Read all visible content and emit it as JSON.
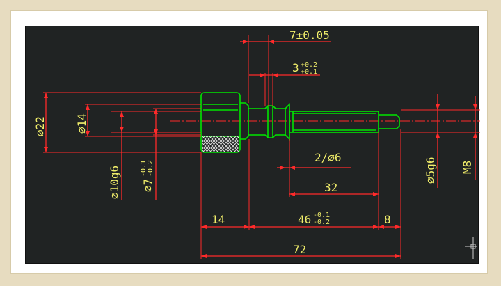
{
  "drawing": {
    "dimensions": {
      "top_tol": "7±0.05",
      "slot_base": "3",
      "slot_tol_plus": "+0.2",
      "slot_tol_minus": "+0.1",
      "d22": "⌀22",
      "d14": "⌀14",
      "d10": "⌀10g6",
      "d7_base": "⌀7",
      "d7_tol_plus": "-0.1",
      "d7_tol_minus": "-0.2",
      "chamfer": "2/⌀6",
      "len32": "32",
      "d5": "⌀5g6",
      "m8": "M8",
      "len14": "14",
      "len46_base": "46",
      "len46_tol_plus": "-0.1",
      "len46_tol_minus": "-0.2",
      "len8": "8",
      "len72": "72"
    }
  },
  "colors": {
    "background": "#202323",
    "dimension": "#ff2a2a",
    "part": "#00e600",
    "text": "#f0ed6a"
  }
}
